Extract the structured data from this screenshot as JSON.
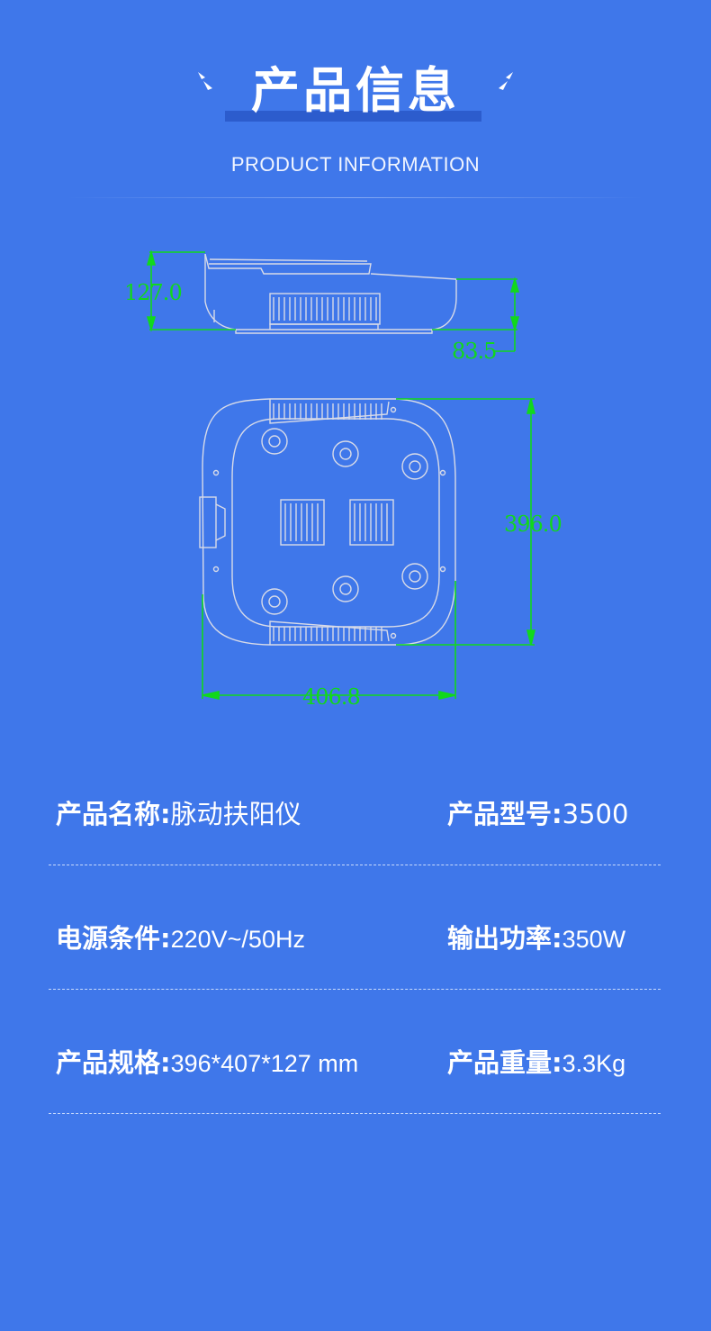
{
  "header": {
    "title": "产品信息",
    "subtitle": "PRODUCT INFORMATION"
  },
  "drawing": {
    "dim_height": "127.0",
    "dim_offset": "83.5",
    "dim_length": "396.0",
    "dim_width": "406.8",
    "dimension_color": "#11d81c",
    "outline_color": "#d8dbe8"
  },
  "specs": {
    "rows": [
      {
        "left": {
          "label": "产品名称:",
          "value": "脉动扶阳仪"
        },
        "right": {
          "label": "产品型号:",
          "value": "3500"
        }
      },
      {
        "left": {
          "label": "电源条件:",
          "value": "220V~/50Hz"
        },
        "right": {
          "label": "输出功率:",
          "value": "350W"
        }
      },
      {
        "left": {
          "label": "产品规格:",
          "value": "396*407*127 mm"
        },
        "right": {
          "label": "产品重量:",
          "value": "3.3Kg"
        }
      }
    ]
  },
  "colors": {
    "background": "#3f77ea",
    "title_bar": "#2c5ccd",
    "text": "#ffffff"
  }
}
